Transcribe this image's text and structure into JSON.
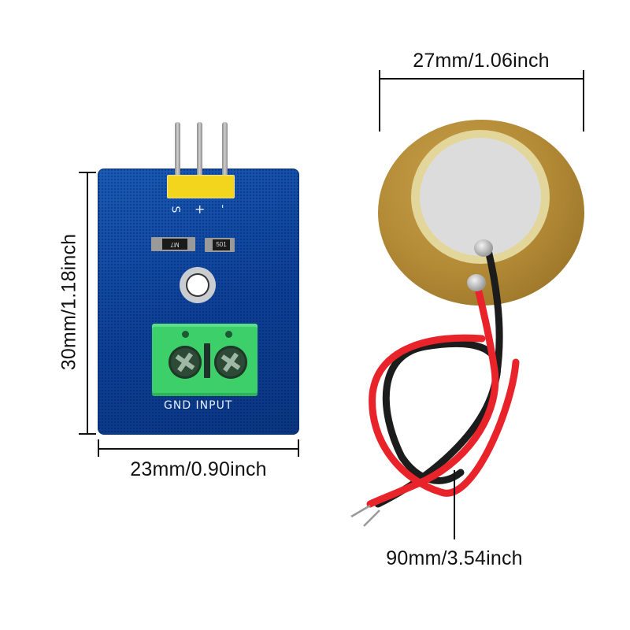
{
  "left_module": {
    "name": "Piezo sensor module board",
    "board_color": "#0c3f94",
    "header_pin_labels": [
      "S",
      "+",
      "-"
    ],
    "smd_component_labels": [
      "M7",
      "501"
    ],
    "terminal_label": "GND INPUT",
    "terminal_color": "#3ccf6a",
    "height_dimension": "30mm/1.18inch",
    "width_dimension": "23mm/0.90inch"
  },
  "right_element": {
    "name": "Piezo disc with leads",
    "disc_color": "#b38a36",
    "ceramic_color": "#dcdcdc",
    "wire_colors": [
      "#e8232a",
      "#1c1c1c"
    ],
    "diameter_dimension": "27mm/1.06inch",
    "lead_length_dimension": "90mm/3.54inch"
  }
}
